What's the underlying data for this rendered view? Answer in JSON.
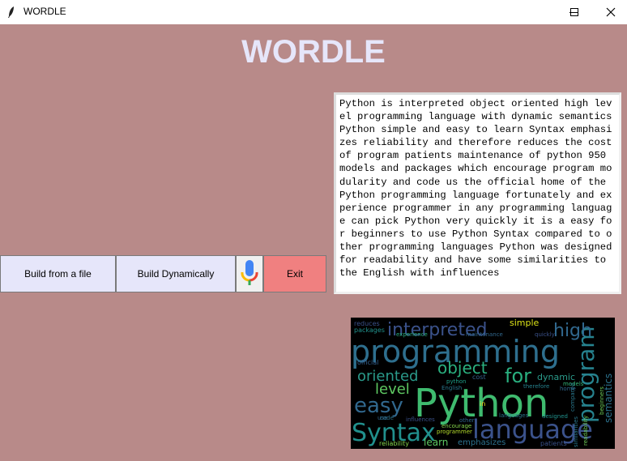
{
  "window": {
    "title": "WORDLE"
  },
  "heading": "WORDLE",
  "text_area": {
    "content": "Python is interpreted object oriented high level programming language with dynamic semantics Python simple and easy to learn Syntax emphasizes reliability and therefore reduces the cost of program patients maintenance of python 950 models and packages which encourage program modularity and code us the official home of the Python programming language fortunately and experience programmer in any programming language can pick Python very quickly it is a easy for beginners to use Python Syntax compared to other programming languages Python was designed for readability and have some similarities to the English with influences"
  },
  "buttons": {
    "build_file": "Build from a file",
    "build_dynamic": "Build Dynamically",
    "mic_icon": "microphone-icon",
    "exit": "Exit"
  },
  "wordcloud": {
    "words": [
      {
        "text": "Python",
        "color": "#3fbb6f"
      },
      {
        "text": "programming",
        "color": "#2e6f8e"
      },
      {
        "text": "language",
        "color": "#3b528b"
      },
      {
        "text": "Syntax",
        "color": "#21908d"
      },
      {
        "text": "program",
        "color": "#26828e"
      },
      {
        "text": "interpreted",
        "color": "#3b528b"
      },
      {
        "text": "high",
        "color": "#31688e"
      },
      {
        "text": "object",
        "color": "#2ab07f"
      },
      {
        "text": "for",
        "color": "#29af7f"
      },
      {
        "text": "oriented",
        "color": "#2a9a8a"
      },
      {
        "text": "easy",
        "color": "#31688e"
      },
      {
        "text": "level",
        "color": "#5ec962"
      },
      {
        "text": "semantics",
        "color": "#2c728e"
      },
      {
        "text": "simple",
        "color": "#dde318"
      },
      {
        "text": "dynamic",
        "color": "#2a9a8a"
      },
      {
        "text": "learn",
        "color": "#5ec962"
      },
      {
        "text": "emphasizes",
        "color": "#2c728e"
      },
      {
        "text": "reliability",
        "color": "#84d44b"
      },
      {
        "text": "patients",
        "color": "#3b528b"
      },
      {
        "text": "official",
        "color": "#35608d"
      },
      {
        "text": "reduces",
        "color": "#3b528b"
      },
      {
        "text": "packages",
        "color": "#21918c"
      },
      {
        "text": "experience",
        "color": "#2ab07f"
      },
      {
        "text": "maintenance",
        "color": "#31688e"
      },
      {
        "text": "quickly",
        "color": "#3b528b"
      },
      {
        "text": "models",
        "color": "#35b779"
      },
      {
        "text": "therefore",
        "color": "#26828e"
      },
      {
        "text": "English",
        "color": "#2a788e"
      },
      {
        "text": "python",
        "color": "#1f9e89"
      },
      {
        "text": "cost",
        "color": "#35608d"
      },
      {
        "text": "home",
        "color": "#31688e"
      },
      {
        "text": "influences",
        "color": "#3b528b"
      },
      {
        "text": "encourage",
        "color": "#84d44b"
      },
      {
        "text": "programmer",
        "color": "#b5de2b"
      },
      {
        "text": "use",
        "color": "#31688e"
      },
      {
        "text": "code",
        "color": "#2c728e"
      },
      {
        "text": "languages",
        "color": "#2a788e"
      },
      {
        "text": "designed",
        "color": "#21918c"
      },
      {
        "text": "in",
        "color": "#fde725"
      },
      {
        "text": "other",
        "color": "#31688e"
      },
      {
        "text": "beginners",
        "color": "#6ece58"
      },
      {
        "text": "similarities",
        "color": "#2a788e"
      },
      {
        "text": "readability",
        "color": "#6ece58"
      },
      {
        "text": "compared",
        "color": "#2a788e"
      }
    ]
  }
}
